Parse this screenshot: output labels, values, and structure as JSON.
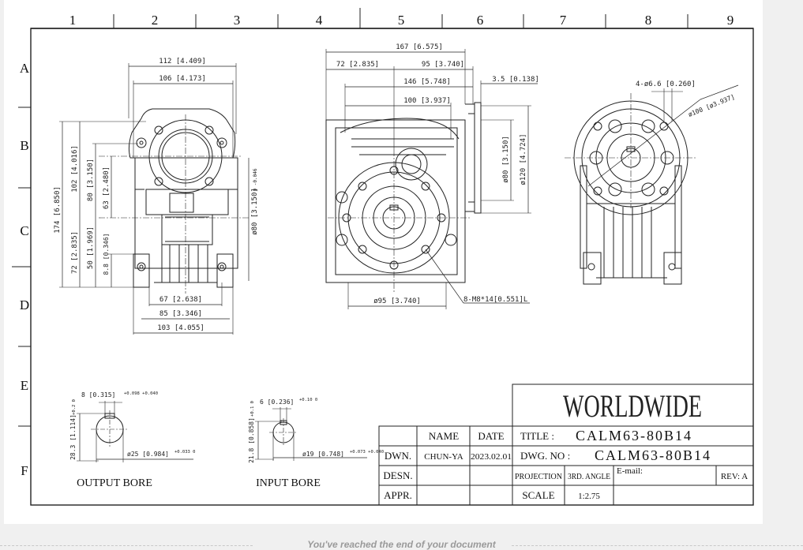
{
  "zones": {
    "columns": [
      "1",
      "2",
      "3",
      "4",
      "5",
      "6",
      "7",
      "8",
      "9"
    ],
    "rows": [
      "A",
      "B",
      "C",
      "D",
      "E",
      "F"
    ]
  },
  "dims": {
    "d112": "112 [4.409]",
    "d106": "106 [4.173]",
    "d167": "167 [6.575]",
    "d72t": "72 [2.835]",
    "d95t": "95 [3.740]",
    "d146": "146 [5.748]",
    "d35": "3.5 [0.138]",
    "d100": "100 [3.937]",
    "d4holes": "4-ø6.6 [0.260]",
    "d100dia": "ø100 [ø3.937]",
    "d174": "174 [6.850]",
    "d102": "102 [4.016]",
    "d80v": "80 [3.150]",
    "d63": "63 [2.480]",
    "d72v": "72 [2.835]",
    "d50": "50 [1.969]",
    "d88": "8.8 [0.346]",
    "d80side": "ø80 [3.150]",
    "d80side_tol": "0 -0.046",
    "d80dia": "ø80 [3.150]",
    "d120dia": "ø120 [4.724]",
    "d67": "67 [2.638]",
    "d85": "85 [3.346]",
    "d103": "103 [4.055]",
    "d95b": "ø95 [3.740]",
    "m8": "8-M8*14[0.551]L",
    "ob_key": "8 [0.315]",
    "ob_key_tol": "+0.098 +0.040",
    "ob_h": "28.3 [1.114]",
    "ob_h_tol": "+0.2 0",
    "ob_dia": "ø25 [0.984]",
    "ob_dia_tol": "+0.033 0",
    "ib_key": "6 [0.236]",
    "ib_key_tol": "+0.10 0",
    "ib_h": "21.8 [0.858]",
    "ib_h_tol": "+0.1 0",
    "ib_dia": "ø19 [0.748]",
    "ib_dia_tol": "+0.073 +0.040"
  },
  "captions": {
    "output_bore": "OUTPUT BORE",
    "input_bore": "INPUT BORE"
  },
  "titleblock": {
    "brand": "WORLDWIDE",
    "name_header": "NAME",
    "date_header": "DATE",
    "dwn_label": "DWN.",
    "dwn_name": "CHUN-YA",
    "dwn_date": "2023.02.01",
    "desn_label": "DESN.",
    "appr_label": "APPR.",
    "title_label": "TITLE :",
    "title_value": "CALM63-80B14",
    "dwg_label": "DWG. NO :",
    "dwg_value": "CALM63-80B14",
    "projection_label": "PROJECTION",
    "projection_value": "3RD. ANGLE",
    "email_label": "E-mail:",
    "rev_label": "REV: A",
    "scale_label": "SCALE",
    "scale_value": "1:2.75"
  },
  "footer": {
    "end_text": "You've reached the end of your document"
  }
}
